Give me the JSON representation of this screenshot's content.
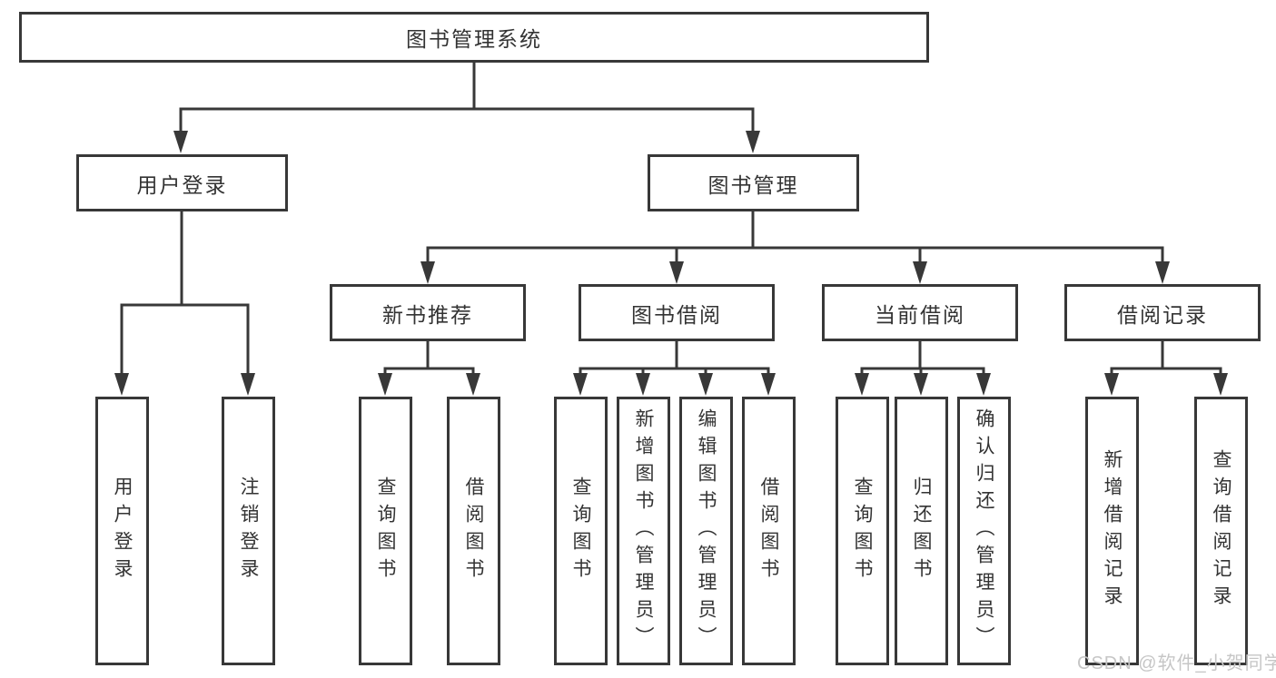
{
  "tree": {
    "root": "图书管理系统",
    "branches": [
      {
        "label": "用户登录",
        "children": [
          {
            "label": "用户登录"
          },
          {
            "label": "注销登录"
          }
        ]
      },
      {
        "label": "图书管理",
        "children": [
          {
            "label": "新书推荐",
            "children": [
              {
                "label": "查询图书"
              },
              {
                "label": "借阅图书"
              }
            ]
          },
          {
            "label": "图书借阅",
            "children": [
              {
                "label": "查询图书"
              },
              {
                "label": "新增图书（管理员）"
              },
              {
                "label": "编辑图书（管理员）"
              },
              {
                "label": "借阅图书"
              }
            ]
          },
          {
            "label": "当前借阅",
            "children": [
              {
                "label": "查询图书"
              },
              {
                "label": "归还图书"
              },
              {
                "label": "确认归还（管理员）"
              }
            ]
          },
          {
            "label": "借阅记录",
            "children": [
              {
                "label": "新增借阅记录"
              },
              {
                "label": "查询借阅记录"
              }
            ]
          }
        ]
      }
    ]
  },
  "watermark": {
    "text": "CSDN @软件_小贺同学"
  },
  "colors": {
    "line": "#383838",
    "box_border": "#383838",
    "box_fill": "#ffffff",
    "text": "#333333",
    "watermark": "#c6c6c6",
    "background": "#ffffff"
  }
}
